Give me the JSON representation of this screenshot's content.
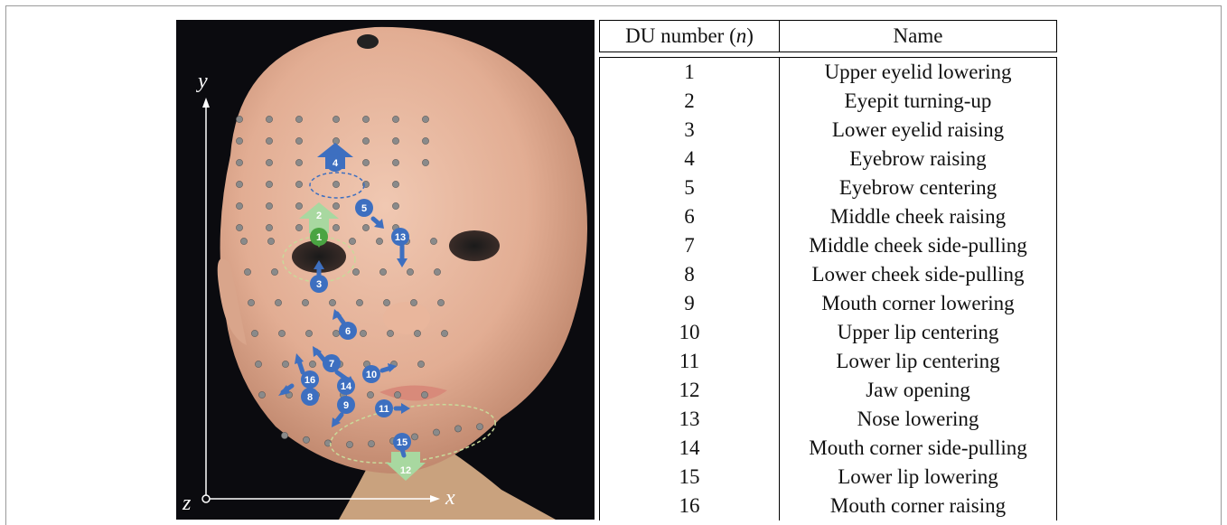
{
  "figure": {
    "axis_labels": {
      "y": "y",
      "x": "x",
      "z": "z"
    },
    "du_markers": [
      {
        "id": "du-1",
        "label": "1",
        "color": "green"
      },
      {
        "id": "du-2",
        "label": "2",
        "color": "lightgreen"
      },
      {
        "id": "du-3",
        "label": "3",
        "color": "blue"
      },
      {
        "id": "du-4",
        "label": "4",
        "color": "blue"
      },
      {
        "id": "du-5",
        "label": "5",
        "color": "blue"
      },
      {
        "id": "du-6",
        "label": "6",
        "color": "blue"
      },
      {
        "id": "du-7",
        "label": "7",
        "color": "blue"
      },
      {
        "id": "du-8",
        "label": "8",
        "color": "blue"
      },
      {
        "id": "du-9",
        "label": "9",
        "color": "blue"
      },
      {
        "id": "du-10",
        "label": "10",
        "color": "blue"
      },
      {
        "id": "du-11",
        "label": "11",
        "color": "blue"
      },
      {
        "id": "du-12",
        "label": "12",
        "color": "lightgreen"
      },
      {
        "id": "du-13",
        "label": "13",
        "color": "blue"
      },
      {
        "id": "du-14",
        "label": "14",
        "color": "blue"
      },
      {
        "id": "du-15",
        "label": "15",
        "color": "blue"
      },
      {
        "id": "du-16",
        "label": "16",
        "color": "blue"
      }
    ],
    "colors": {
      "blue": "#3d6fc0",
      "green": "#4aa442",
      "lightgreen": "#a8d8a0",
      "background": "#0b0b0f",
      "skin": "#e3b49c"
    }
  },
  "table": {
    "headers": {
      "du_number_prefix": "DU number (",
      "du_number_var": "n",
      "du_number_suffix": ")",
      "name": "Name"
    },
    "rows": [
      {
        "n": "1",
        "name": "Upper eyelid lowering"
      },
      {
        "n": "2",
        "name": "Eyepit turning-up"
      },
      {
        "n": "3",
        "name": "Lower eyelid raising"
      },
      {
        "n": "4",
        "name": "Eyebrow raising"
      },
      {
        "n": "5",
        "name": "Eyebrow centering"
      },
      {
        "n": "6",
        "name": "Middle cheek raising"
      },
      {
        "n": "7",
        "name": "Middle cheek side-pulling"
      },
      {
        "n": "8",
        "name": "Lower cheek side-pulling"
      },
      {
        "n": "9",
        "name": "Mouth corner lowering"
      },
      {
        "n": "10",
        "name": "Upper lip centering"
      },
      {
        "n": "11",
        "name": "Lower lip centering"
      },
      {
        "n": "12",
        "name": "Jaw opening"
      },
      {
        "n": "13",
        "name": "Nose lowering"
      },
      {
        "n": "14",
        "name": "Mouth corner side-pulling"
      },
      {
        "n": "15",
        "name": "Lower lip lowering"
      },
      {
        "n": "16",
        "name": "Mouth corner raising"
      }
    ]
  }
}
